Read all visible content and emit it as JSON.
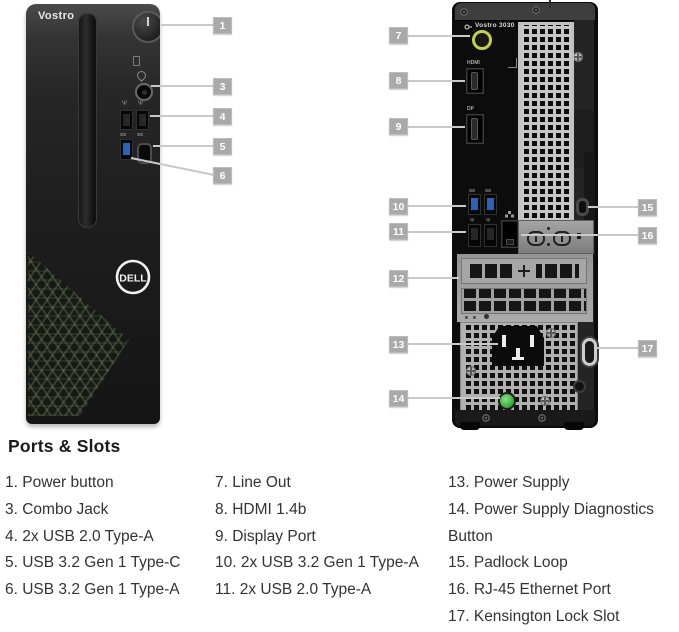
{
  "front_view": {
    "brand": "Vostro",
    "logo_text": "DELL",
    "usb3_label": "SS",
    "callouts": [
      "1",
      "3",
      "4",
      "5",
      "6"
    ]
  },
  "back_view": {
    "model": "Vostro 3030",
    "hdmi_label": "HDMI",
    "dp_label": "DP",
    "usb3_label": "SS",
    "callouts_left": [
      "7",
      "8",
      "9",
      "10",
      "11",
      "12",
      "13",
      "14"
    ],
    "callouts_right": [
      "15",
      "16",
      "17"
    ]
  },
  "icons": {
    "usb_trident": "Ψ"
  },
  "legend": {
    "title": "Ports & Slots",
    "columns": [
      {
        "items": [
          "1. Power button",
          "3. Combo Jack",
          "4. 2x USB 2.0 Type-A",
          "5. USB 3.2 Gen 1 Type-C",
          "6. USB 3.2 Gen 1 Type-A"
        ]
      },
      {
        "items": [
          "7. Line Out",
          "8. HDMI 1.4b",
          "9. Display Port",
          "10. 2x USB 3.2 Gen 1 Type-A",
          "11. 2x USB 2.0 Type-A"
        ]
      },
      {
        "items": [
          "13. Power Supply",
          "14. Power Supply Diagnostics Button",
          "15. Padlock Loop",
          "16. RJ-45 Ethernet Port",
          "17. Kensington Lock Slot"
        ]
      }
    ]
  },
  "colors": {
    "callout_bg": "#a9a9a9",
    "callout_text": "#ffffff",
    "callout_line": "#c9c9c9",
    "audio_jack_ring": "#c3d243",
    "diagnostics_button_green": "#3fae3f",
    "usb3_blue": "#2a63b0",
    "texture_green": "#6d7f60"
  }
}
